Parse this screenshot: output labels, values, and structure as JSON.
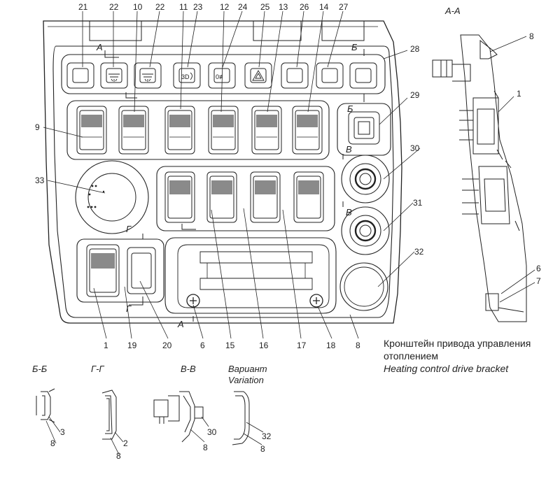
{
  "callouts_top": [
    "21",
    "22",
    "10",
    "22",
    "11",
    "23",
    "12",
    "24",
    "25",
    "13",
    "26",
    "14",
    "27"
  ],
  "callouts_left": [
    "9",
    "33"
  ],
  "callouts_right": [
    "28",
    "29",
    "30",
    "31",
    "32"
  ],
  "callouts_bottom": [
    "1",
    "19",
    "20",
    "6",
    "15",
    "16",
    "17",
    "18",
    "8"
  ],
  "section_marks": {
    "a": "А",
    "b": "Б",
    "v": "В",
    "g": "Г"
  },
  "aa_view": {
    "title": "А-А",
    "callouts": [
      "8",
      "1",
      "6",
      "7"
    ],
    "caption_ru_line1": "Кронштейн привода управления",
    "caption_ru_line2": "отоплением",
    "caption_en": "Heating control drive bracket"
  },
  "sections": [
    {
      "title": "Б-Б",
      "callouts": [
        "3",
        "8"
      ]
    },
    {
      "title": "Г-Г",
      "callouts": [
        "2",
        "8"
      ]
    },
    {
      "title": "В-В",
      "callouts": [
        "30",
        "8"
      ]
    },
    {
      "title_ru": "Вариант",
      "title_en": "Variation",
      "callouts": [
        "32",
        "8"
      ]
    }
  ],
  "switch_icons": {
    "row_top": [
      "",
      "sun-icon",
      "sun-icon",
      "",
      "30-icon",
      "0d-icon",
      "triangle-warning-icon",
      "",
      "",
      ""
    ]
  }
}
